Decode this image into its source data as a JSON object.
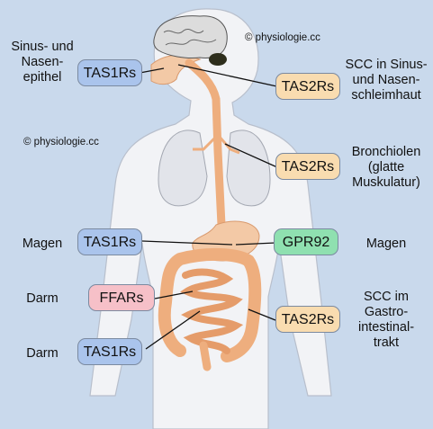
{
  "copyright": "© physiologie.cc",
  "receptors": {
    "nose_left": "TAS1Rs",
    "nose_right": "TAS2Rs",
    "bronchi": "TAS2Rs",
    "stomach_left": "TAS1Rs",
    "stomach_right": "GPR92",
    "gut_ffar": "FFARs",
    "gut_tas2": "TAS2Rs",
    "gut_tas1": "TAS1Rs"
  },
  "labels": {
    "nose_left": [
      "Sinus- und",
      "Nasen-",
      "epithel"
    ],
    "nose_right": [
      "SCC in Sinus-",
      "und Nasen-",
      "schleimhaut"
    ],
    "bronchi": [
      "Bronchiolen",
      "(glatte",
      "Muskulatur)"
    ],
    "stomach_left": "Magen",
    "stomach_right": "Magen",
    "gut_left_1": "Darm",
    "gut_left_2": "Darm",
    "gut_right": [
      "SCC im",
      "Gastro-",
      "intestinal-",
      "trakt"
    ]
  },
  "colors": {
    "background": "#c9d9ec",
    "body": "#f2f3f6",
    "tas1": "#aac4ec",
    "tas2": "#f9dcb0",
    "gpr": "#8fe0b0",
    "ffar": "#f6c0c8"
  }
}
